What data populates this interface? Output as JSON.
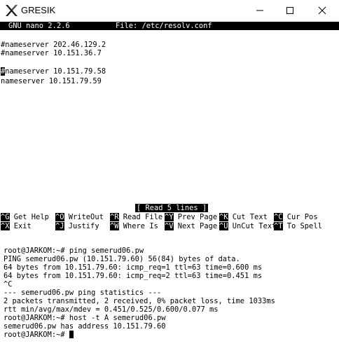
{
  "window": {
    "title": "GRESIK"
  },
  "nano": {
    "version": "GNU nano 2.2.6",
    "file_label": "File: /etc/resolv.conf",
    "lines": [
      "#nameserver 202.46.129.2",
      "#nameserver 10.151.36.7",
      "",
      "#nameserver 10.151.79.58",
      "nameserver 10.151.79.59"
    ],
    "status_message": "[ Read 5 lines ]",
    "shortcuts_row1": [
      {
        "key": "^G",
        "label": "Get Help"
      },
      {
        "key": "^O",
        "label": "WriteOut"
      },
      {
        "key": "^R",
        "label": "Read File"
      },
      {
        "key": "^Y",
        "label": "Prev Page"
      },
      {
        "key": "^K",
        "label": "Cut Text"
      },
      {
        "key": "^C",
        "label": "Cur Pos"
      }
    ],
    "shortcuts_row2": [
      {
        "key": "^X",
        "label": "Exit"
      },
      {
        "key": "^J",
        "label": "Justify"
      },
      {
        "key": "^W",
        "label": "Where Is"
      },
      {
        "key": "^V",
        "label": "Next Page"
      },
      {
        "key": "^U",
        "label": "UnCut Text"
      },
      {
        "key": "^T",
        "label": "To Spell"
      }
    ]
  },
  "shell": {
    "lines": [
      "root@JARKOM:~# ping semerud06.pw",
      "PING semerud06.pw (10.151.79.60) 56(84) bytes of data.",
      "64 bytes from 10.151.79.60: icmp_req=1 ttl=63 time=0.600 ms",
      "64 bytes from 10.151.79.60: icmp_req=2 ttl=63 time=0.451 ms",
      "^C",
      "--- semerud06.pw ping statistics ---",
      "2 packets transmitted, 2 received, 0% packet loss, time 1033ms",
      "rtt min/avg/max/mdev = 0.451/0.525/0.600/0.077 ms",
      "root@JARKOM:~# host -t A semerud06.pw",
      "semerud06.pw has address 10.151.79.60"
    ],
    "prompt": "root@JARKOM:~# "
  }
}
